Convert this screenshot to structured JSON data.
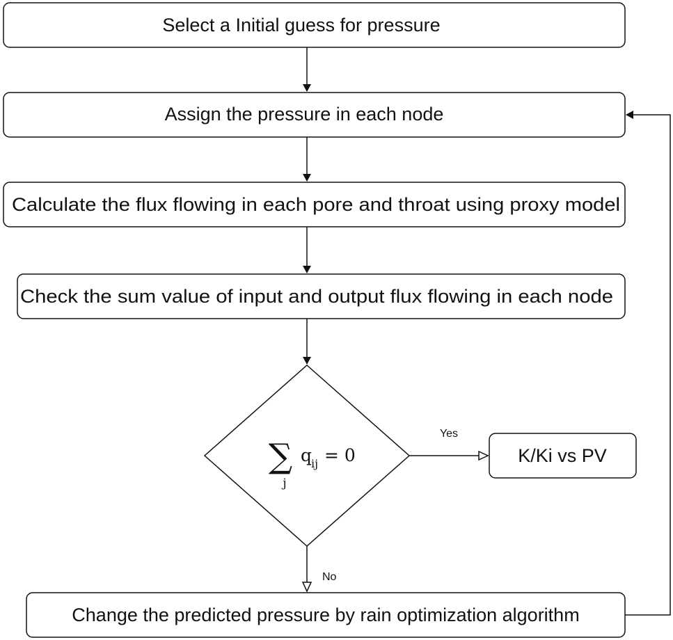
{
  "diagram": {
    "steps": {
      "initial_guess": "Select a Initial guess for pressure",
      "assign_pressure": "Assign the pressure in each node",
      "calculate_flux": "Calculate the flux flowing in each pore and throat using proxy model",
      "check_sum": "Check the sum value of input and output flux flowing in each node",
      "change_pressure": "Change the predicted pressure by rain optimization algorithm",
      "result": "K/Ki vs PV"
    },
    "decision": {
      "sum_symbol": "∑",
      "subscript_j": "j",
      "q": "q",
      "q_subscript": "ij",
      "equals_zero": "= 0"
    },
    "branches": {
      "yes_label": "Yes",
      "no_label": "No"
    }
  }
}
